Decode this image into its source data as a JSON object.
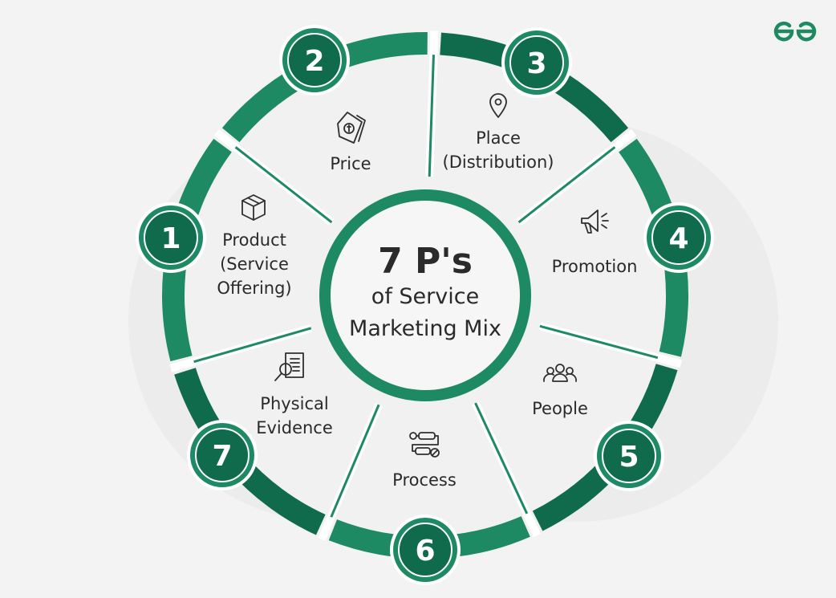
{
  "title": {
    "line1": "7 P's",
    "line2": "of Service",
    "line3": "Marketing Mix"
  },
  "segments": [
    {
      "number": "1",
      "label_lines": [
        "Product",
        "(Service",
        "Offering)"
      ],
      "icon": "box-icon"
    },
    {
      "number": "2",
      "label_lines": [
        "Price"
      ],
      "icon": "price-tag-icon"
    },
    {
      "number": "3",
      "label_lines": [
        "Place",
        "(Distribution)"
      ],
      "icon": "location-pin-icon"
    },
    {
      "number": "4",
      "label_lines": [
        "Promotion"
      ],
      "icon": "megaphone-icon"
    },
    {
      "number": "5",
      "label_lines": [
        "People"
      ],
      "icon": "people-icon"
    },
    {
      "number": "6",
      "label_lines": [
        "Process"
      ],
      "icon": "process-flow-icon"
    },
    {
      "number": "7",
      "label_lines": [
        "Physical",
        "Evidence"
      ],
      "icon": "document-search-icon"
    }
  ],
  "logo": "GfG",
  "colors": {
    "primary": "#1e8a63",
    "dark": "#0f6b4c",
    "background": "#f3f3f3",
    "segment_fill": "#f1f1f1"
  }
}
